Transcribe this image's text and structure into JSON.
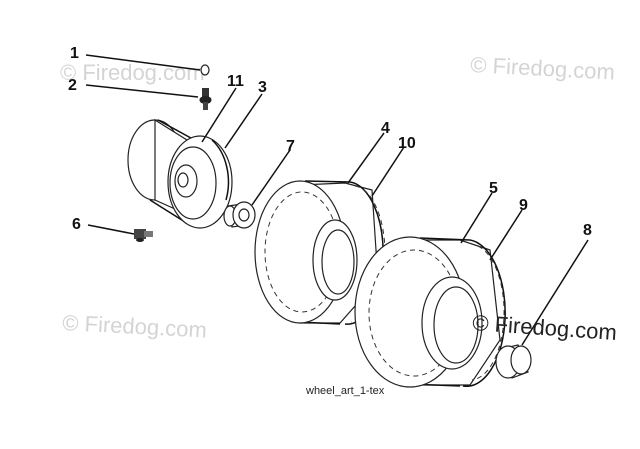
{
  "diagram": {
    "callouts": [
      "1",
      "2",
      "11",
      "3",
      "7",
      "4",
      "10",
      "6",
      "5",
      "9",
      "8"
    ],
    "caption": "wheel_art_1-tex",
    "watermark": "© Firedog.com"
  }
}
